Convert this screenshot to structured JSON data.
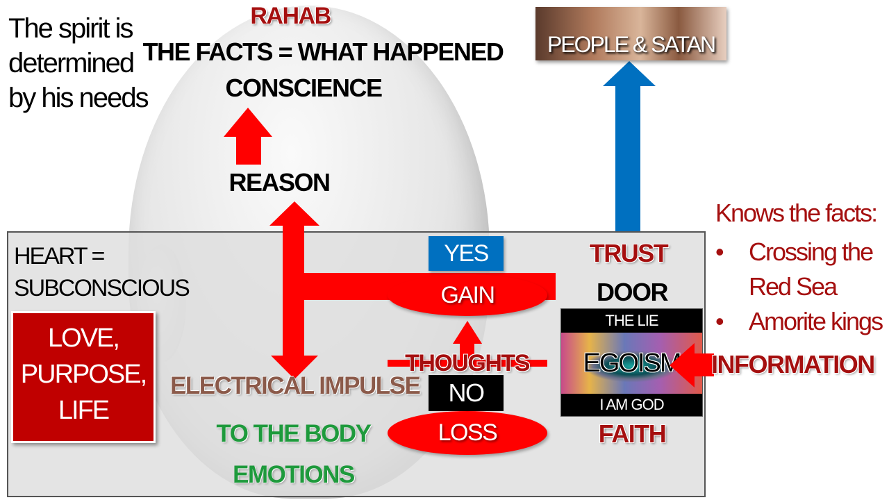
{
  "side_note": [
    "The spirit is",
    "determined",
    "by his needs"
  ],
  "top": {
    "rahab": "RAHAB",
    "facts": "THE FACTS = WHAT HAPPENED",
    "conscience": "CONSCIENCE",
    "reason": "REASON"
  },
  "people": {
    "label": "PEOPLE & SATAN"
  },
  "heart": {
    "title_line1": "HEART =",
    "title_line2": "SUBCONSCIOUS",
    "box": [
      "LOVE,",
      "PURPOSE,",
      "LIFE"
    ]
  },
  "center": {
    "yes": "YES",
    "gain": "GAIN",
    "thoughts": "THOUGHTS",
    "no": "NO",
    "loss": "LOSS",
    "electrical": "ELECTRICAL IMPULSE",
    "body": "TO THE BODY",
    "emotions": "EMOTIONS"
  },
  "right": {
    "trust": "TRUST",
    "door": "DOOR",
    "the_lie": "THE LIE",
    "egoism": "EGOISM",
    "i_am_god": "I AM GOD",
    "faith": "FAITH",
    "information": "INFORMATION"
  },
  "facts_list": {
    "heading": "Knows the facts:",
    "items": [
      "Crossing the",
      "Red Sea",
      "Amorite kings"
    ]
  },
  "colors": {
    "red": "#ff0000",
    "dark_red": "#a50f0f",
    "blue": "#0070c0",
    "green": "#1e9a3c",
    "brown": "#8b5a4a",
    "box_red": "#c00000"
  }
}
